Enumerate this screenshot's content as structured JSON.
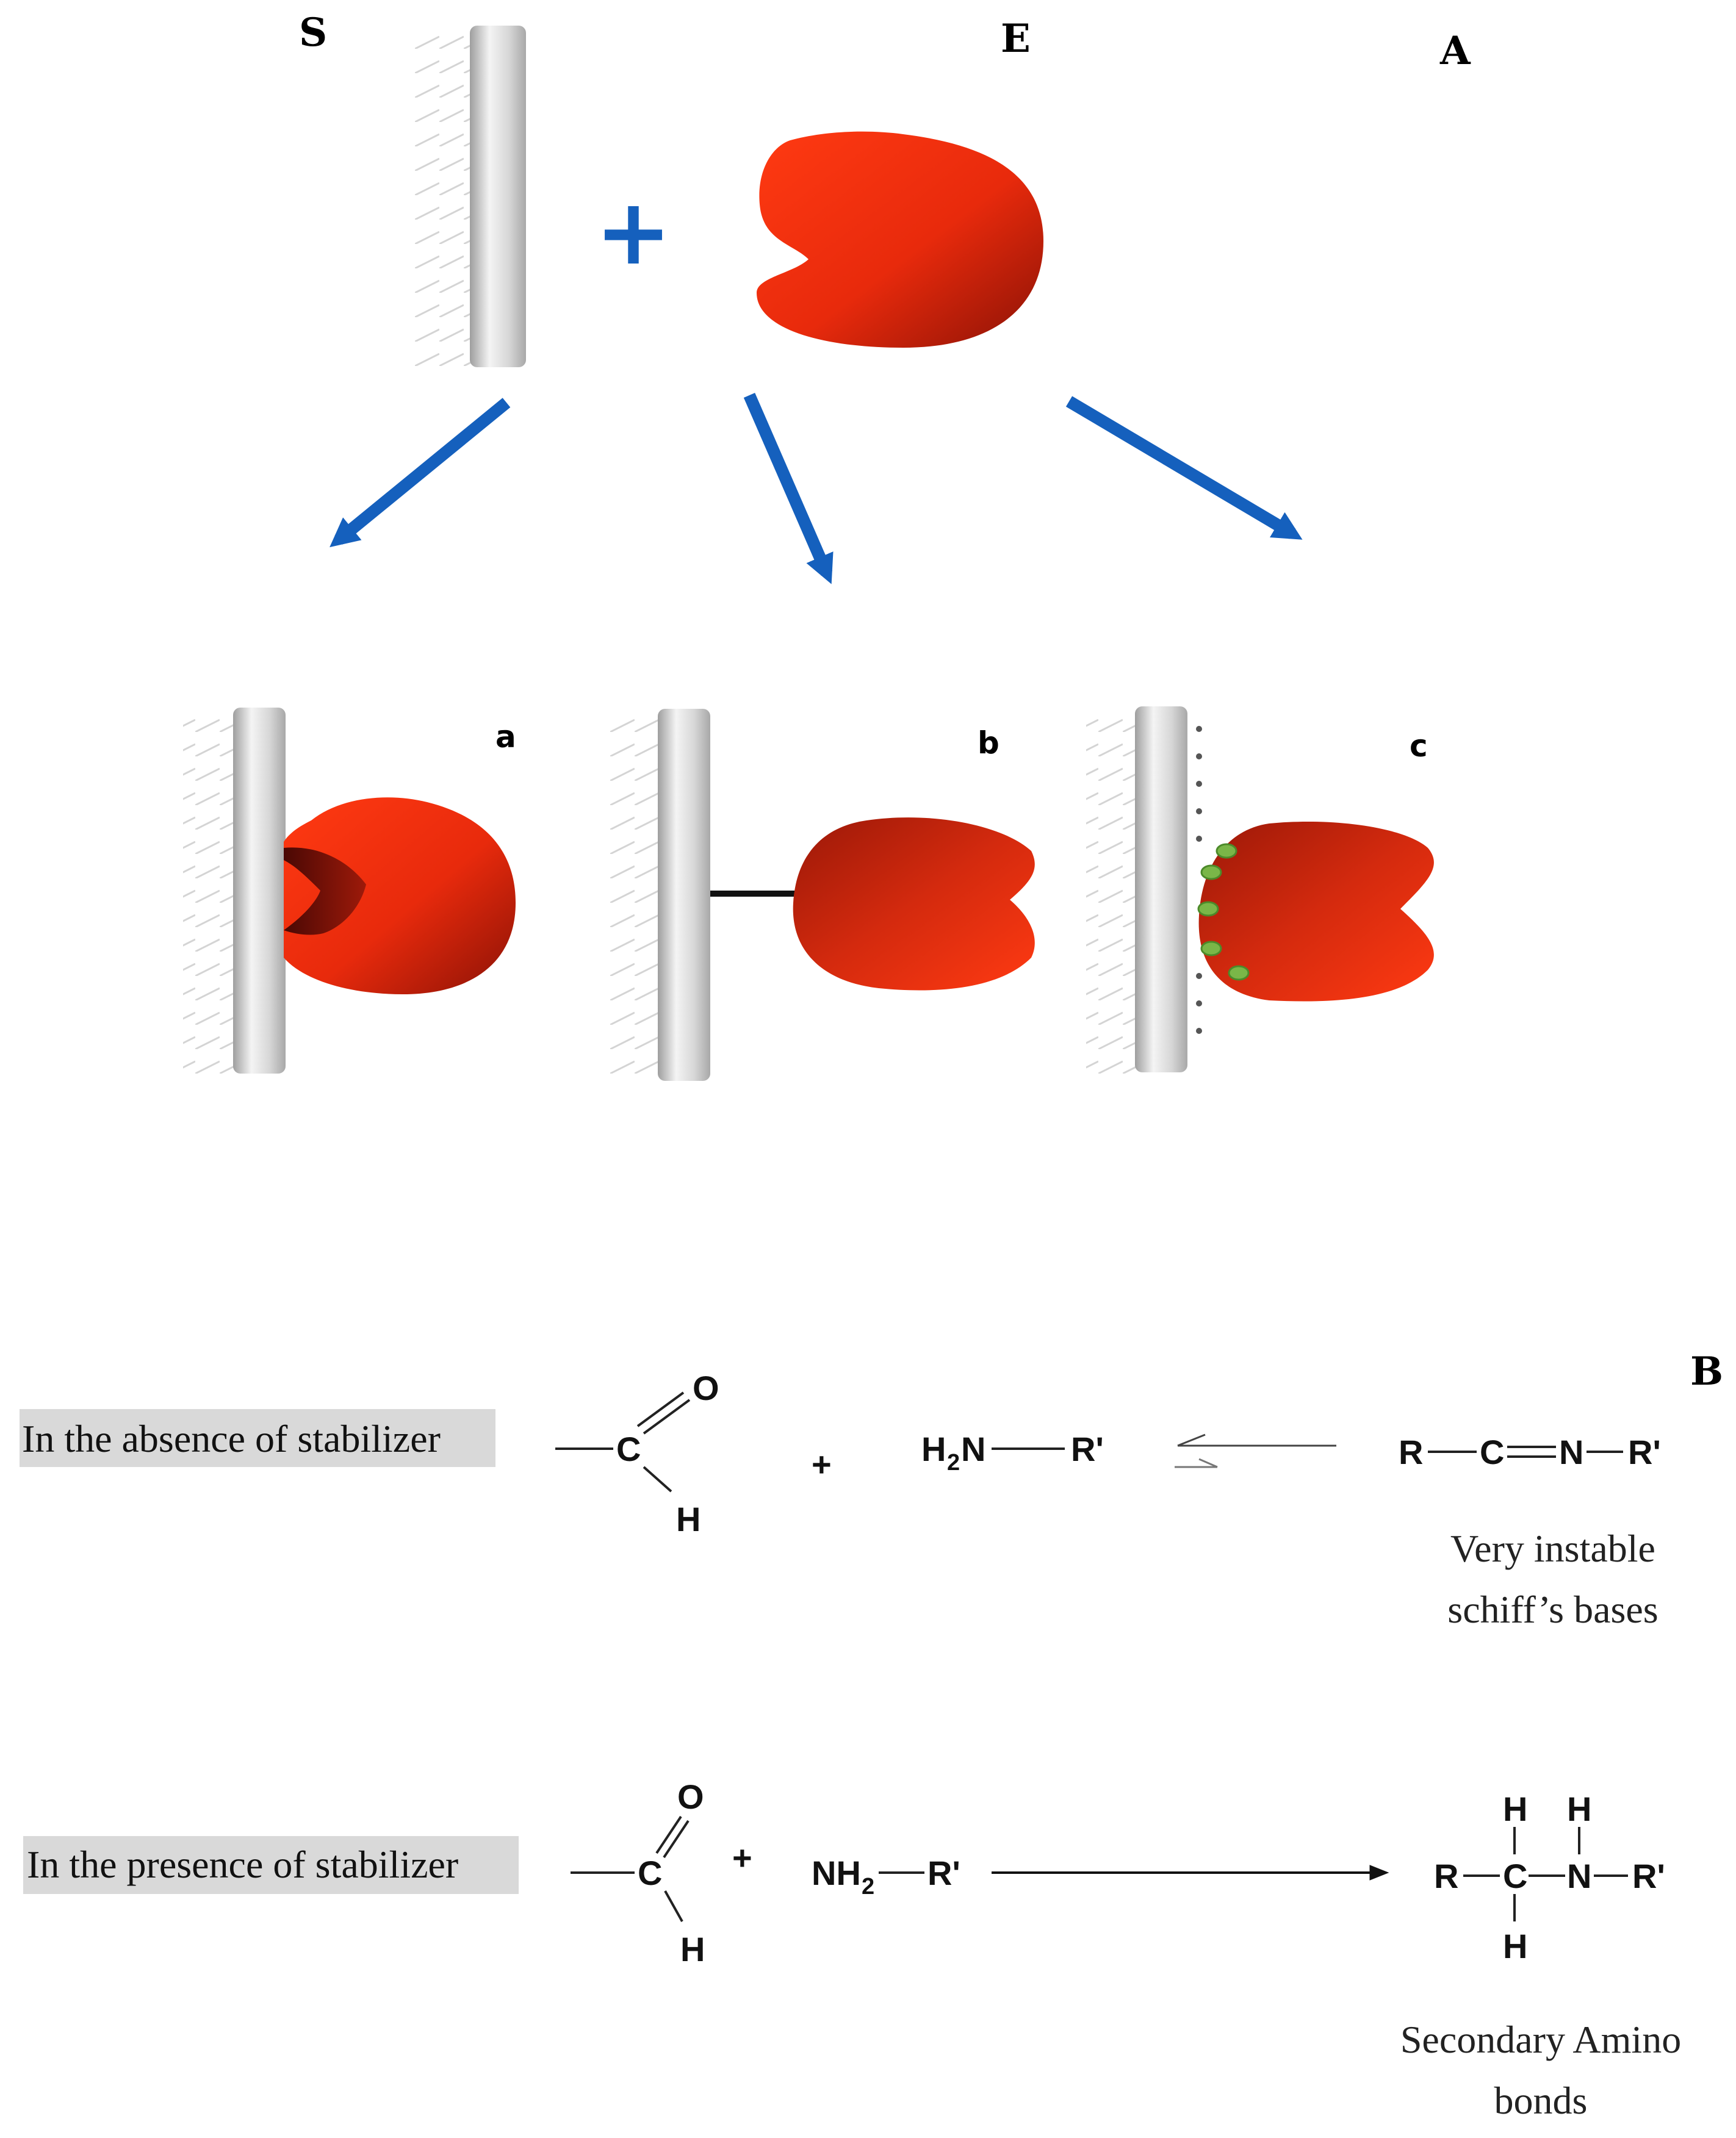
{
  "panel_A": {
    "letter": "A",
    "support_label": "S",
    "enzyme_label": "E",
    "plus": "+",
    "sub_a": "a",
    "sub_b": "b",
    "sub_c": "c"
  },
  "panel_B": {
    "letter": "B",
    "reaction1": {
      "condition": "In the absence of stabilizer",
      "aldehyde": {
        "C": "C",
        "O": "O",
        "H": "H"
      },
      "plus": "+",
      "amine": {
        "H": "H",
        "sub": "2",
        "N": "N",
        "R": "R'"
      },
      "product": {
        "R": "R",
        "C": "C",
        "N": "N",
        "R2": "R'"
      },
      "caption_line1": "Very instable",
      "caption_line2": "schiff’s bases"
    },
    "reaction2": {
      "condition": "In the presence of stabilizer",
      "aldehyde": {
        "C": "C",
        "O": "O",
        "H": "H"
      },
      "plus": "+",
      "amine": {
        "NH": "NH",
        "sub": "2",
        "R": "R'"
      },
      "product": {
        "R": "R",
        "C": "C",
        "N": "N",
        "R2": "R'",
        "H_top1": "H",
        "H_top2": "H",
        "H_bottom": "H"
      },
      "caption_line1": "Secondary Amino",
      "caption_line2": "bonds"
    }
  },
  "colors": {
    "arrow_blue": "#1560bd",
    "enzyme_red": "#f03010",
    "enzyme_dark": "#8c1508",
    "support_gray": "#c8c8c8",
    "crosslink_green": "#7ab648",
    "label_box_gray": "#d9d9d9"
  }
}
